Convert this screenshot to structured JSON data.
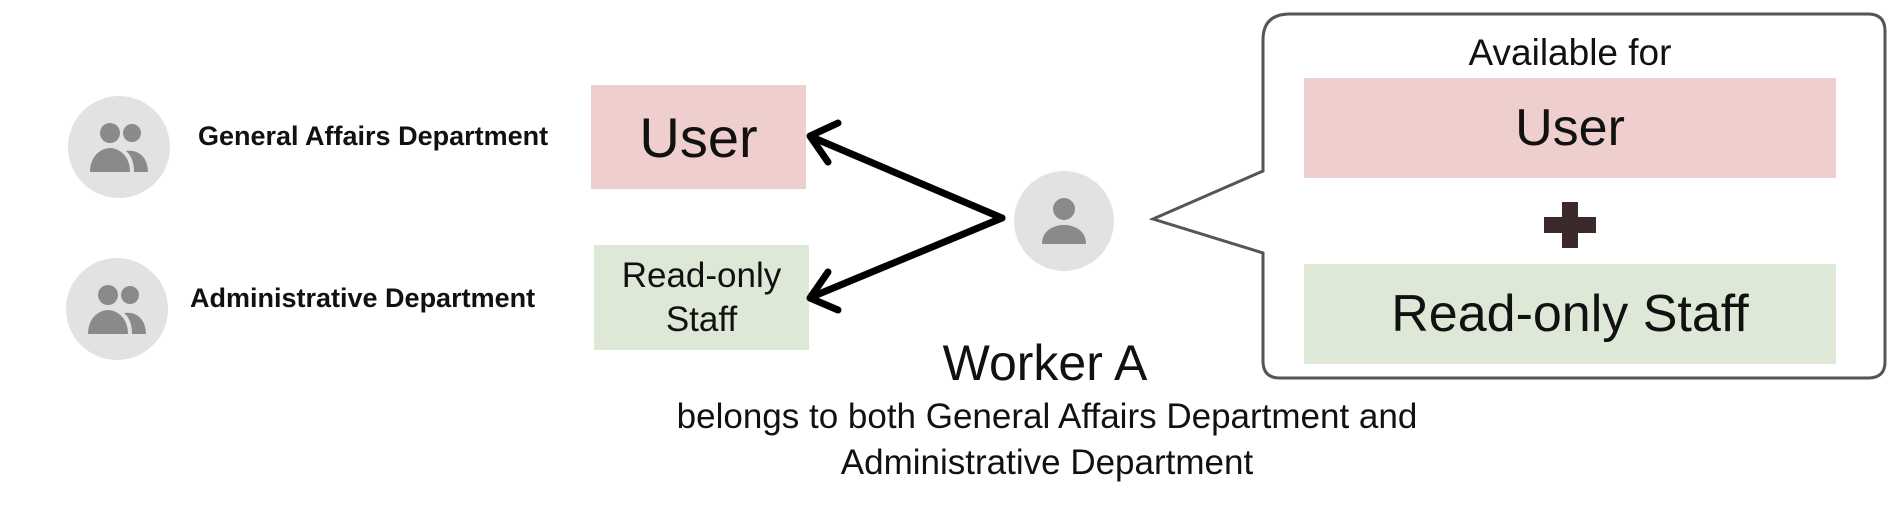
{
  "departments": [
    {
      "label": "General Affairs Department",
      "icon": "group-icon"
    },
    {
      "label": "Administrative Department",
      "icon": "group-icon"
    }
  ],
  "roles": {
    "user_label": "User",
    "staff_label": "Read-only\nStaff"
  },
  "worker": {
    "icon": "person-icon",
    "name": "Worker A",
    "description_line1": "belongs to both General Affairs Department and",
    "description_line2": "Administrative Department"
  },
  "bubble": {
    "title": "Available for",
    "user_label": "User",
    "plus_icon": "plus-icon",
    "staff_label": "Read-only Staff"
  },
  "colors": {
    "user": "#eecfcd",
    "staff": "#dde8d6",
    "avatar": "#e2e2e2",
    "icon": "#8a8a8a",
    "plus": "#3a2a2a"
  }
}
